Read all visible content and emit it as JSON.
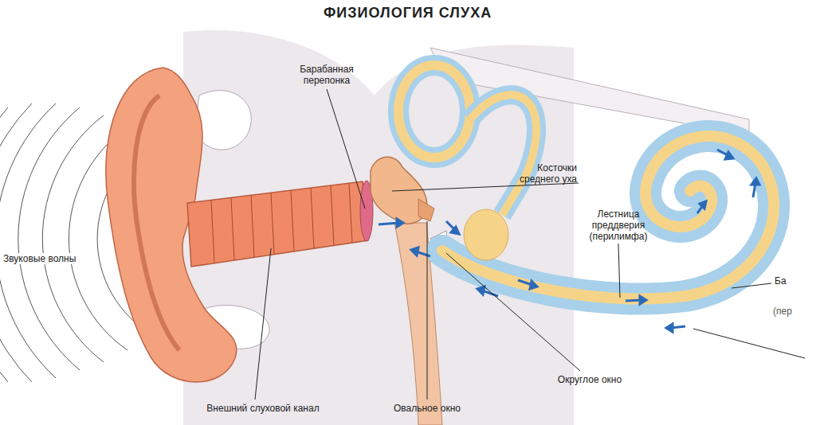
{
  "diagram": {
    "title": "ФИЗИОЛОГИЯ СЛУХА",
    "labels": [
      "Барабанная перепонка",
      "Косточки среднего уха",
      "Лестница преддверия (перилимфа)",
      "Ба",
      "(пер",
      "Звуковые волны",
      "Внешний слуховой канал",
      "Овальное окно",
      "Округлое окно"
    ]
  }
}
